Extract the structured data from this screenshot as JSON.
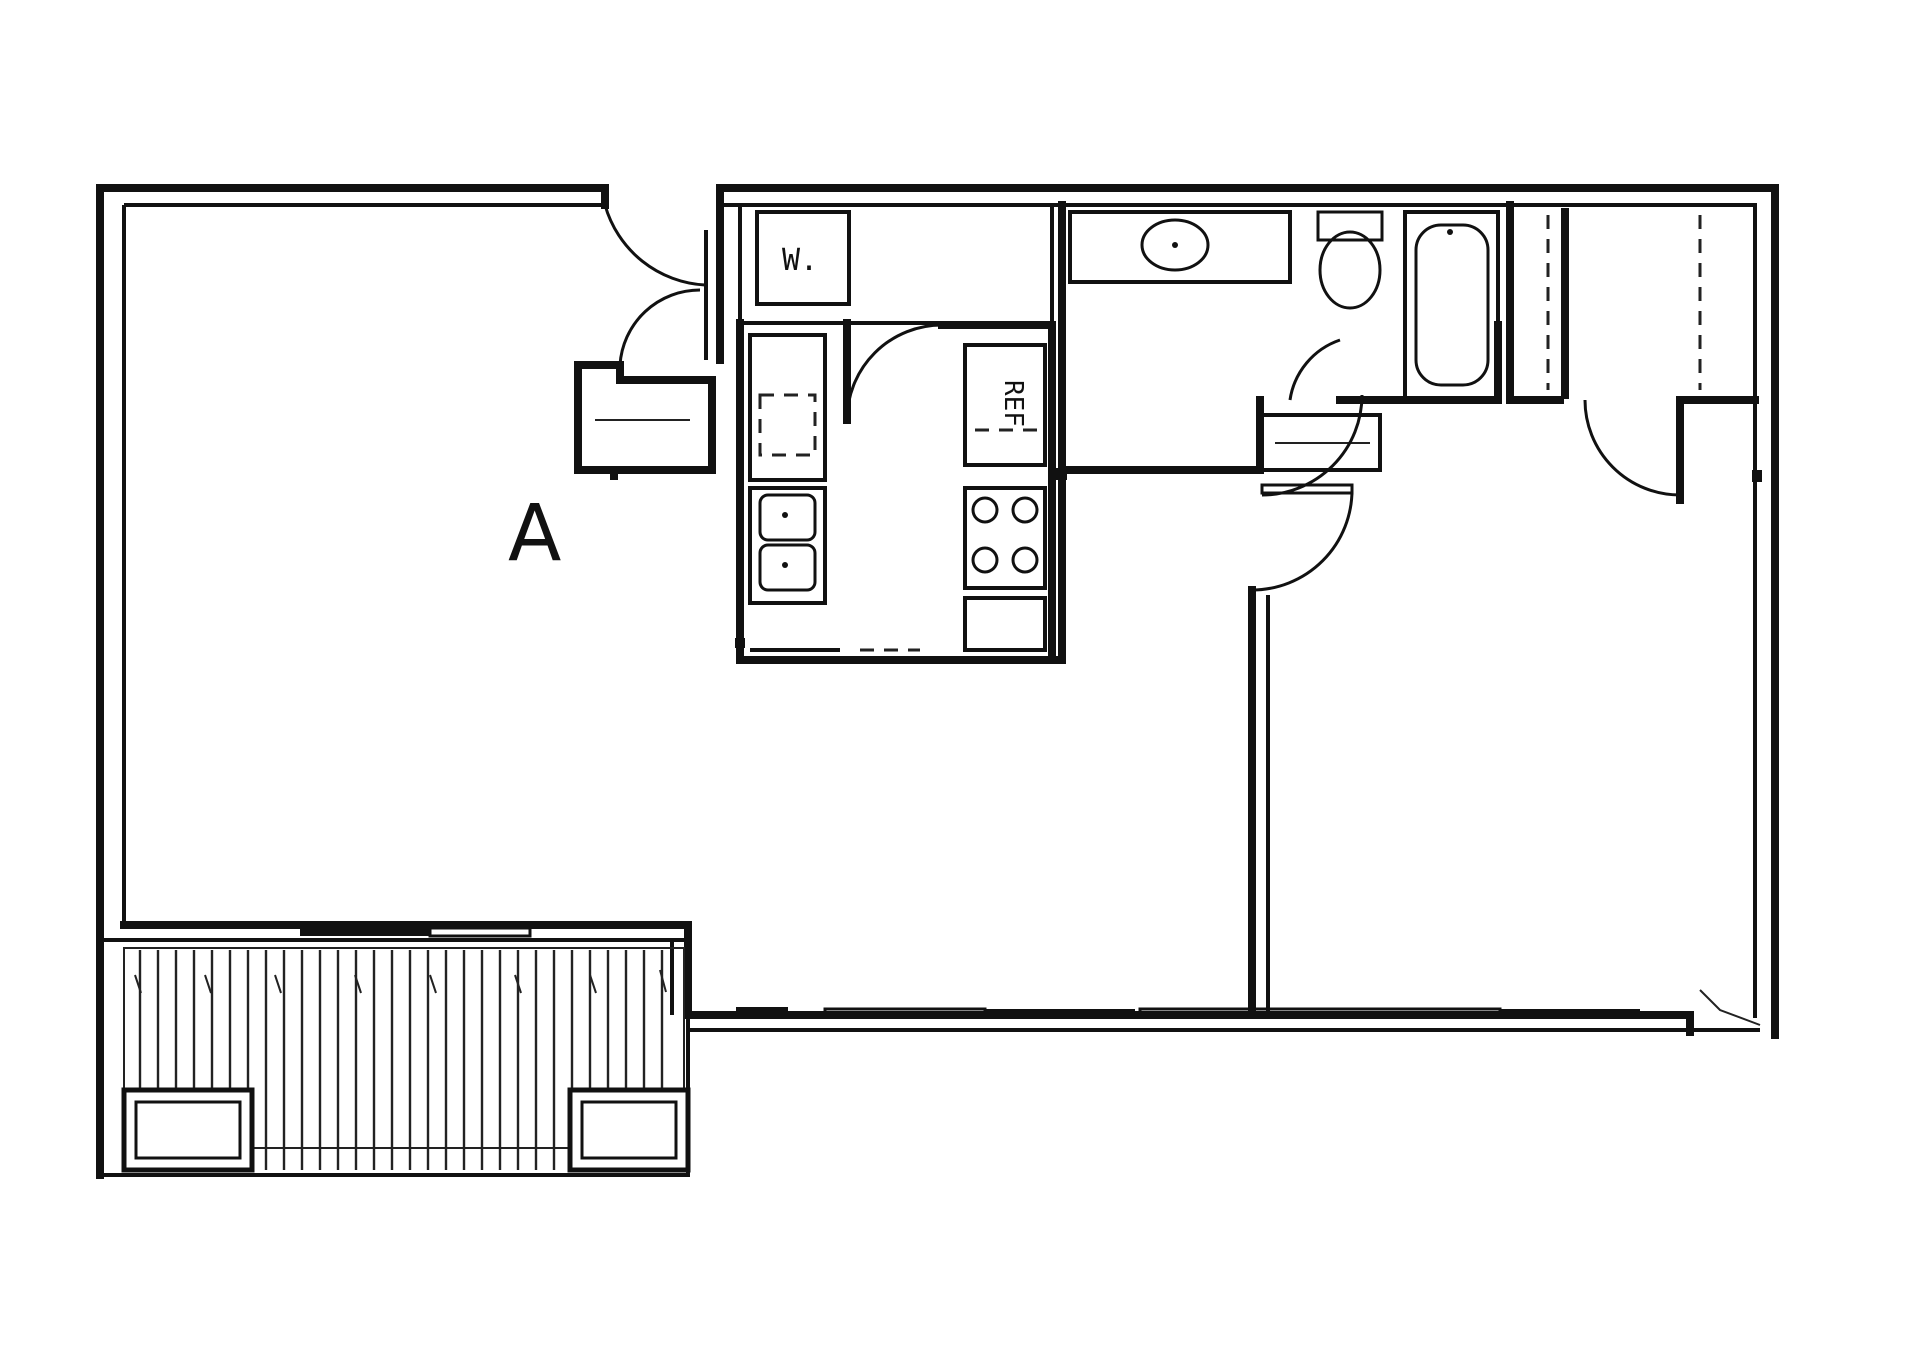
{
  "labels": {
    "room_a": "A",
    "washer": "W.",
    "refrigerator": "REF"
  }
}
